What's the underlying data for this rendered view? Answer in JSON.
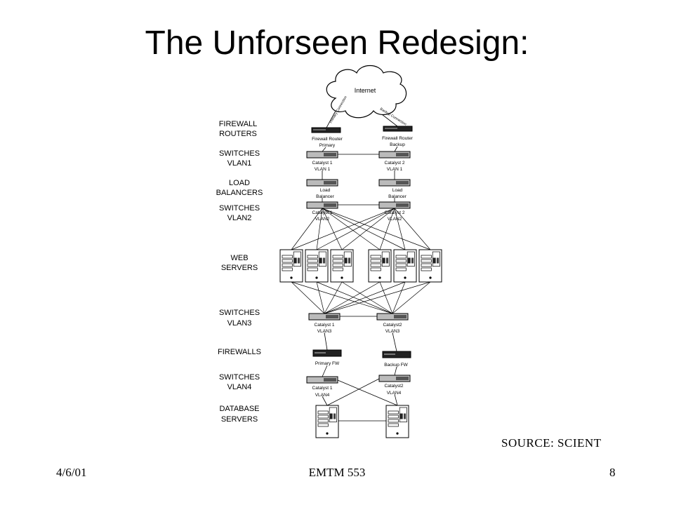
{
  "slide": {
    "title": "The Unforseen Redesign:",
    "source": "SOURCE:  SCIENT",
    "footer": {
      "date": "4/6/01",
      "course": "EMTM 553",
      "page": "8"
    }
  },
  "diagram": {
    "internet_label": "Internet",
    "internet_link_labels": [
      "Primary Connection",
      "Backup Connection"
    ],
    "tiers": [
      {
        "lines": [
          "FIREWALL",
          "ROUTERS"
        ]
      },
      {
        "lines": [
          "SWITCHES",
          "VLAN1"
        ]
      },
      {
        "lines": [
          "LOAD",
          "BALANCERS"
        ]
      },
      {
        "lines": [
          "SWITCHES",
          "VLAN2"
        ]
      },
      {
        "lines": [
          "WEB",
          "SERVERS"
        ]
      },
      {
        "lines": [
          "SWITCHES",
          "VLAN3"
        ]
      },
      {
        "lines": [
          "FIREWALLS"
        ]
      },
      {
        "lines": [
          "SWITCHES",
          "VLAN4"
        ]
      },
      {
        "lines": [
          "DATABASE",
          "SERVERS"
        ]
      }
    ],
    "devices": {
      "router_primary": [
        "Firewall Router",
        "Primary"
      ],
      "router_backup": [
        "Firewall Router",
        "Backup"
      ],
      "sw1_a": [
        "Catalyst 1",
        "VLAN 1"
      ],
      "sw1_b": [
        "Catalyst 2",
        "VLAN 1"
      ],
      "lb_a": [
        "Load",
        "Balancer"
      ],
      "lb_b": [
        "Load",
        "Balancer"
      ],
      "sw2_a": [
        "Catalyst 1",
        "VLAN2"
      ],
      "sw2_b": [
        "Catalyst 2",
        "VLAN2"
      ],
      "sw3_a": [
        "Catalyst 1",
        "VLAN3"
      ],
      "sw3_b": [
        "Catalyst2",
        "VLAN3"
      ],
      "fw_a": [
        "Primary  FW"
      ],
      "fw_b": [
        "Backup  FW"
      ],
      "sw4_a": [
        "Catalyst 1",
        "VLAN4"
      ],
      "sw4_b": [
        "Catalyst2",
        "VLAN4"
      ]
    }
  }
}
